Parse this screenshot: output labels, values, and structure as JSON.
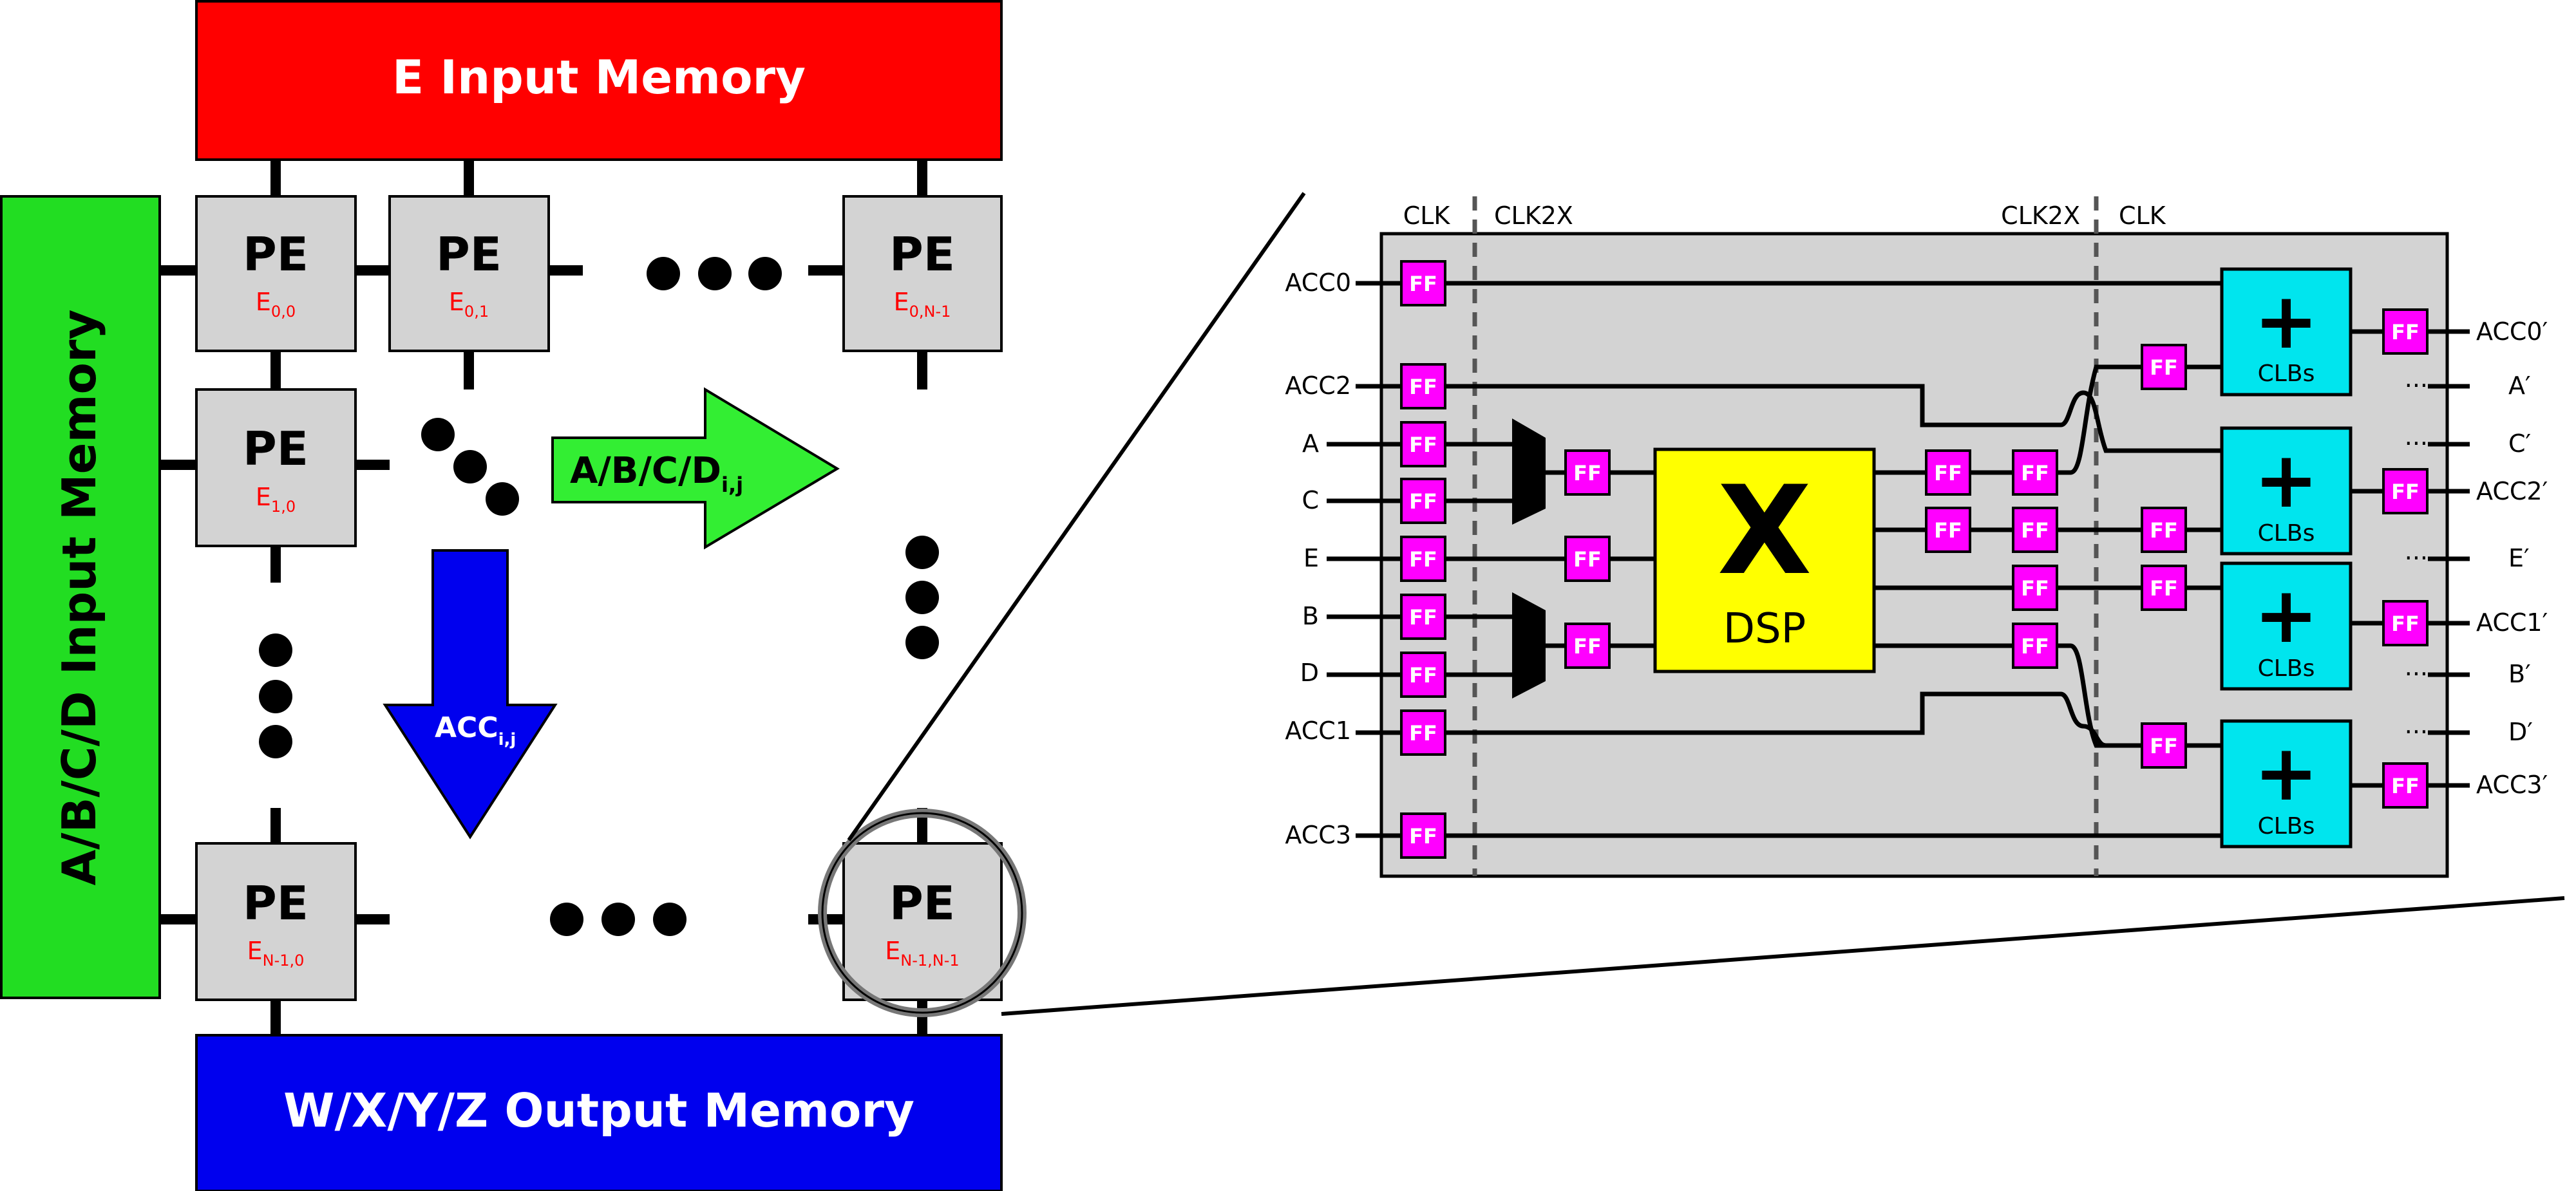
{
  "array": {
    "e_memory": "E Input Memory",
    "abcd_memory": "A/B/C/D Input Memory",
    "output_memory": "W/X/Y/Z Output Memory",
    "pe_label": "PE",
    "pe_letter": "E",
    "pe_00": "0,0",
    "pe_01": "0,1",
    "pe_0n": "0,N-1",
    "pe_10": "1,0",
    "pe_n0": "N-1,0",
    "pe_nn": "N-1,N-1",
    "arrow_right_main": "A/B/C/D",
    "arrow_right_sub": "i,j",
    "arrow_down_main": "ACC",
    "arrow_down_sub": "i,j"
  },
  "detail": {
    "clk_left": "CLK",
    "clk2x_left": "CLK2X",
    "clk2x_right": "CLK2X",
    "clk_right": "CLK",
    "ff_label": "FF",
    "dsp_symbol": "X",
    "dsp_label": "DSP",
    "clb_symbol": "+",
    "clb_label": "CLBs",
    "dots": "···",
    "inputs": [
      "ACC0",
      "ACC2",
      "A",
      "C",
      "E",
      "B",
      "D",
      "ACC1",
      "ACC3"
    ],
    "outputs": [
      "ACC0′",
      "A′",
      "C′",
      "ACC2′",
      "E′",
      "ACC1′",
      "B′",
      "D′",
      "ACC3′"
    ]
  },
  "colors": {
    "e_memory": "#ff0000",
    "abcd_memory": "#22dd22",
    "output_memory": "#0000ee",
    "pe": "#d3d3d3",
    "ff": "#ff00ff",
    "dsp": "#ffff00",
    "clb": "#00e5ee",
    "arrow_right": "#33ee33",
    "arrow_down": "#0000ee"
  }
}
